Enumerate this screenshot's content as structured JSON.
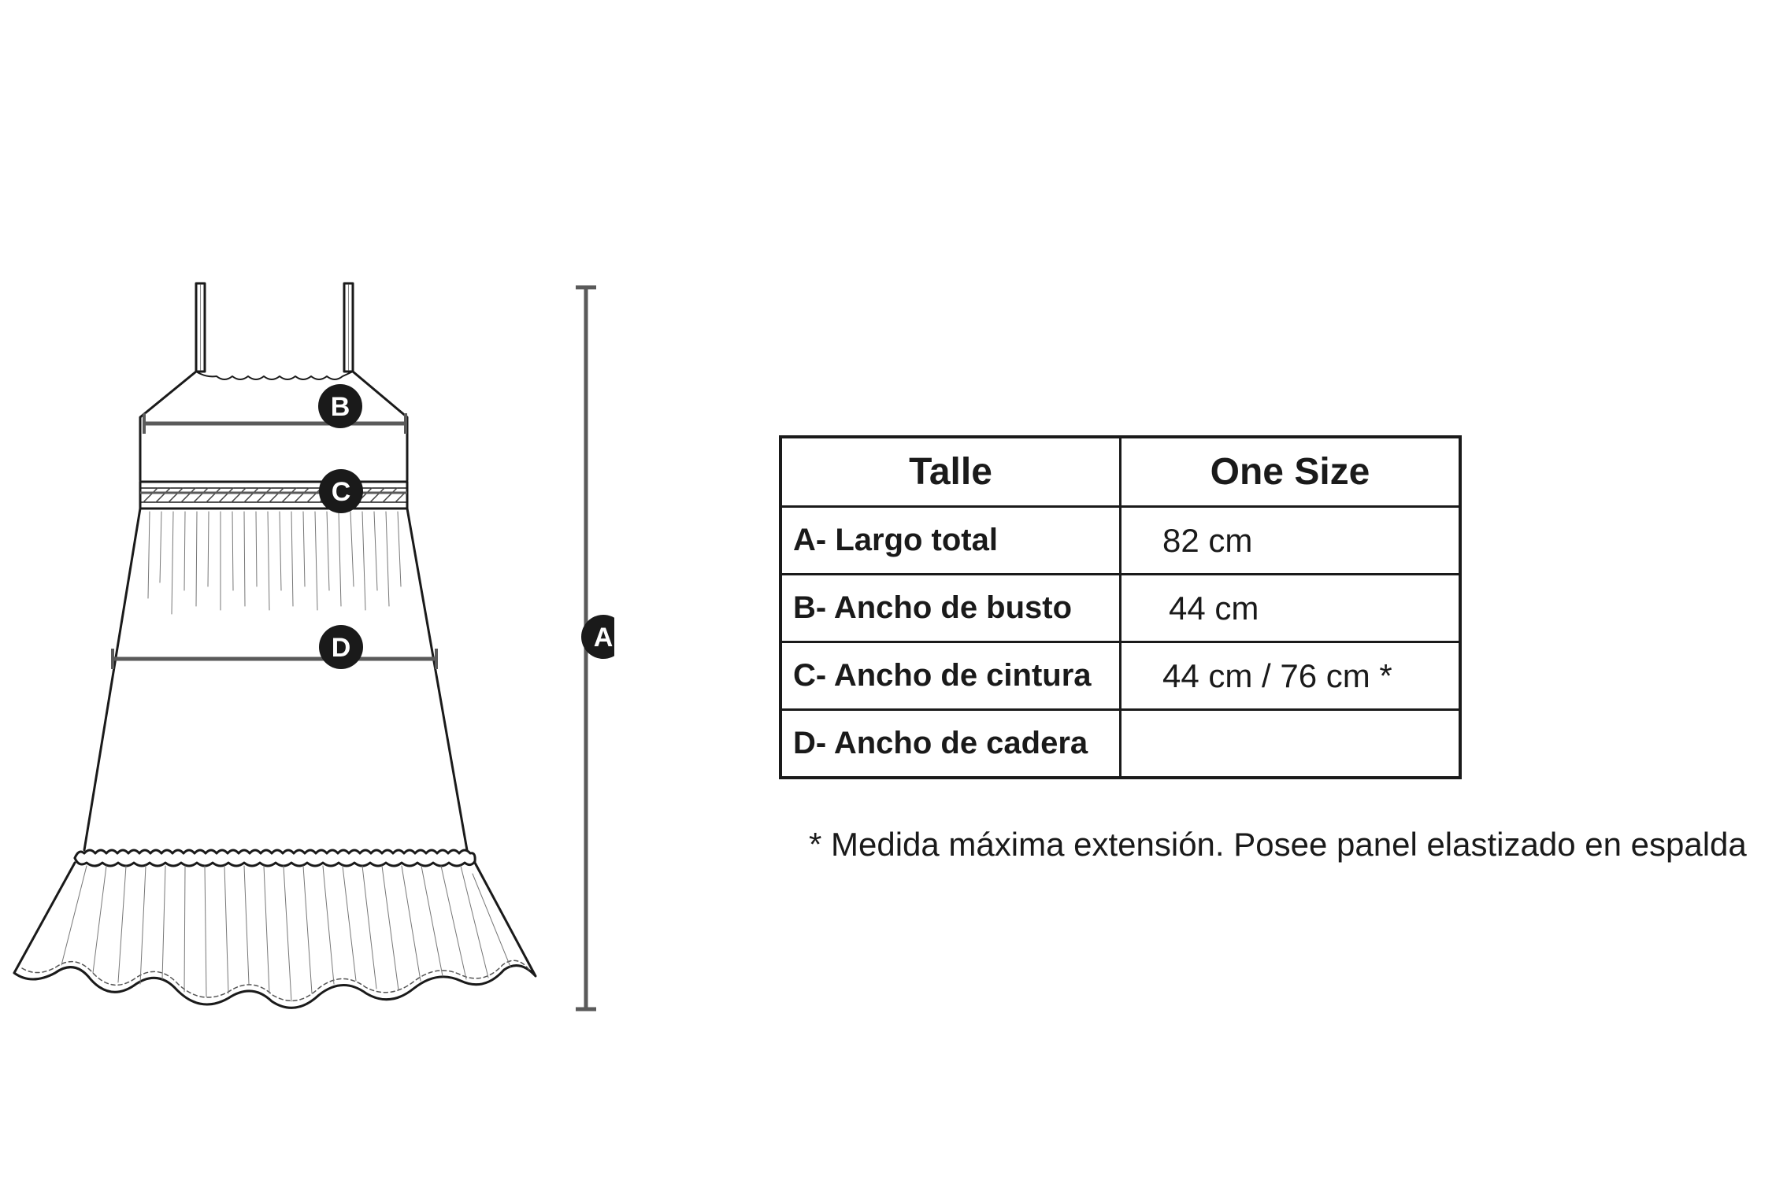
{
  "markers": {
    "a": "A",
    "b": "B",
    "c": "C",
    "d": "D"
  },
  "table": {
    "header": {
      "label": "Talle",
      "value": "One Size"
    },
    "rows": [
      {
        "label": "A- Largo total",
        "value": "82 cm"
      },
      {
        "label": "B- Ancho de busto",
        "value": "44 cm"
      },
      {
        "label": "C- Ancho de cintura",
        "value": "44 cm / 76 cm *"
      },
      {
        "label": "D- Ancho de cadera",
        "value": ""
      }
    ]
  },
  "footnote": "* Medida máxima extensión. Posee panel elastizado en espalda"
}
